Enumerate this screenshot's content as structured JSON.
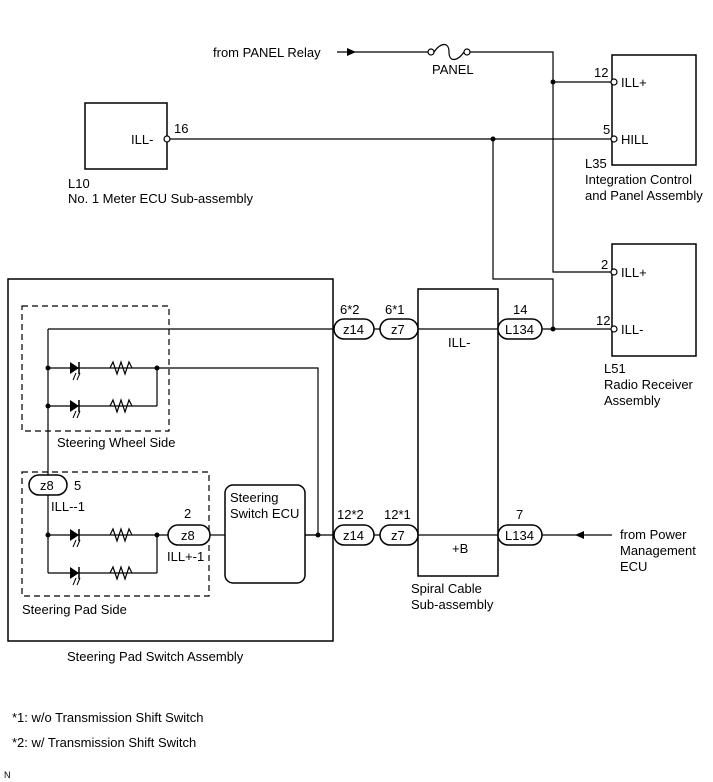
{
  "wiring": {
    "from_panel_relay": "from PANEL Relay",
    "fuse_label": "PANEL",
    "from_power_1": "from Power",
    "from_power_2": "Management",
    "from_power_3": "ECU"
  },
  "l35": {
    "code": "L35",
    "name_1": "Integration Control",
    "name_2": "and Panel Assembly",
    "pin_ill_plus_num": "12",
    "pin_ill_plus": "ILL+",
    "pin_hill_num": "5",
    "pin_hill": "HILL"
  },
  "l10": {
    "code": "L10",
    "name": "No. 1 Meter ECU Sub-assembly",
    "pin_label": "ILL-",
    "pin_num": "16"
  },
  "l51": {
    "code": "L51",
    "name_1": "Radio Receiver",
    "name_2": "Assembly",
    "pin_ill_plus_num": "2",
    "pin_ill_plus": "ILL+",
    "pin_ill_minus_num": "12",
    "pin_ill_minus": "ILL-"
  },
  "spiral": {
    "name_1": "Spiral Cable",
    "name_2": "Sub-assembly",
    "ill_minus": "ILL-",
    "plus_b": "+B"
  },
  "connectors": {
    "z14_top": "z14",
    "z14_top_pin": "6*2",
    "z7_top": "z7",
    "z7_top_pin": "6*1",
    "l134_top": "L134",
    "l134_top_pin": "14",
    "z14_bot": "z14",
    "z14_bot_pin": "12*2",
    "z7_bot": "z7",
    "z7_bot_pin": "12*1",
    "l134_bot": "L134",
    "l134_bot_pin": "7",
    "z8_left": "z8",
    "z8_left_pin": "5",
    "z8_left_label": "ILL--1",
    "z8_right": "z8",
    "z8_right_pin": "2",
    "z8_right_label": "ILL+-1"
  },
  "assembly": {
    "name": "Steering Pad Switch Assembly",
    "wheel_side": "Steering Wheel Side",
    "pad_side": "Steering Pad Side",
    "ecu_1": "Steering",
    "ecu_2": "Switch ECU"
  },
  "notes": {
    "note1": "*1: w/o Transmission Shift Switch",
    "note2": "*2: w/ Transmission Shift Switch",
    "corner": "N"
  }
}
